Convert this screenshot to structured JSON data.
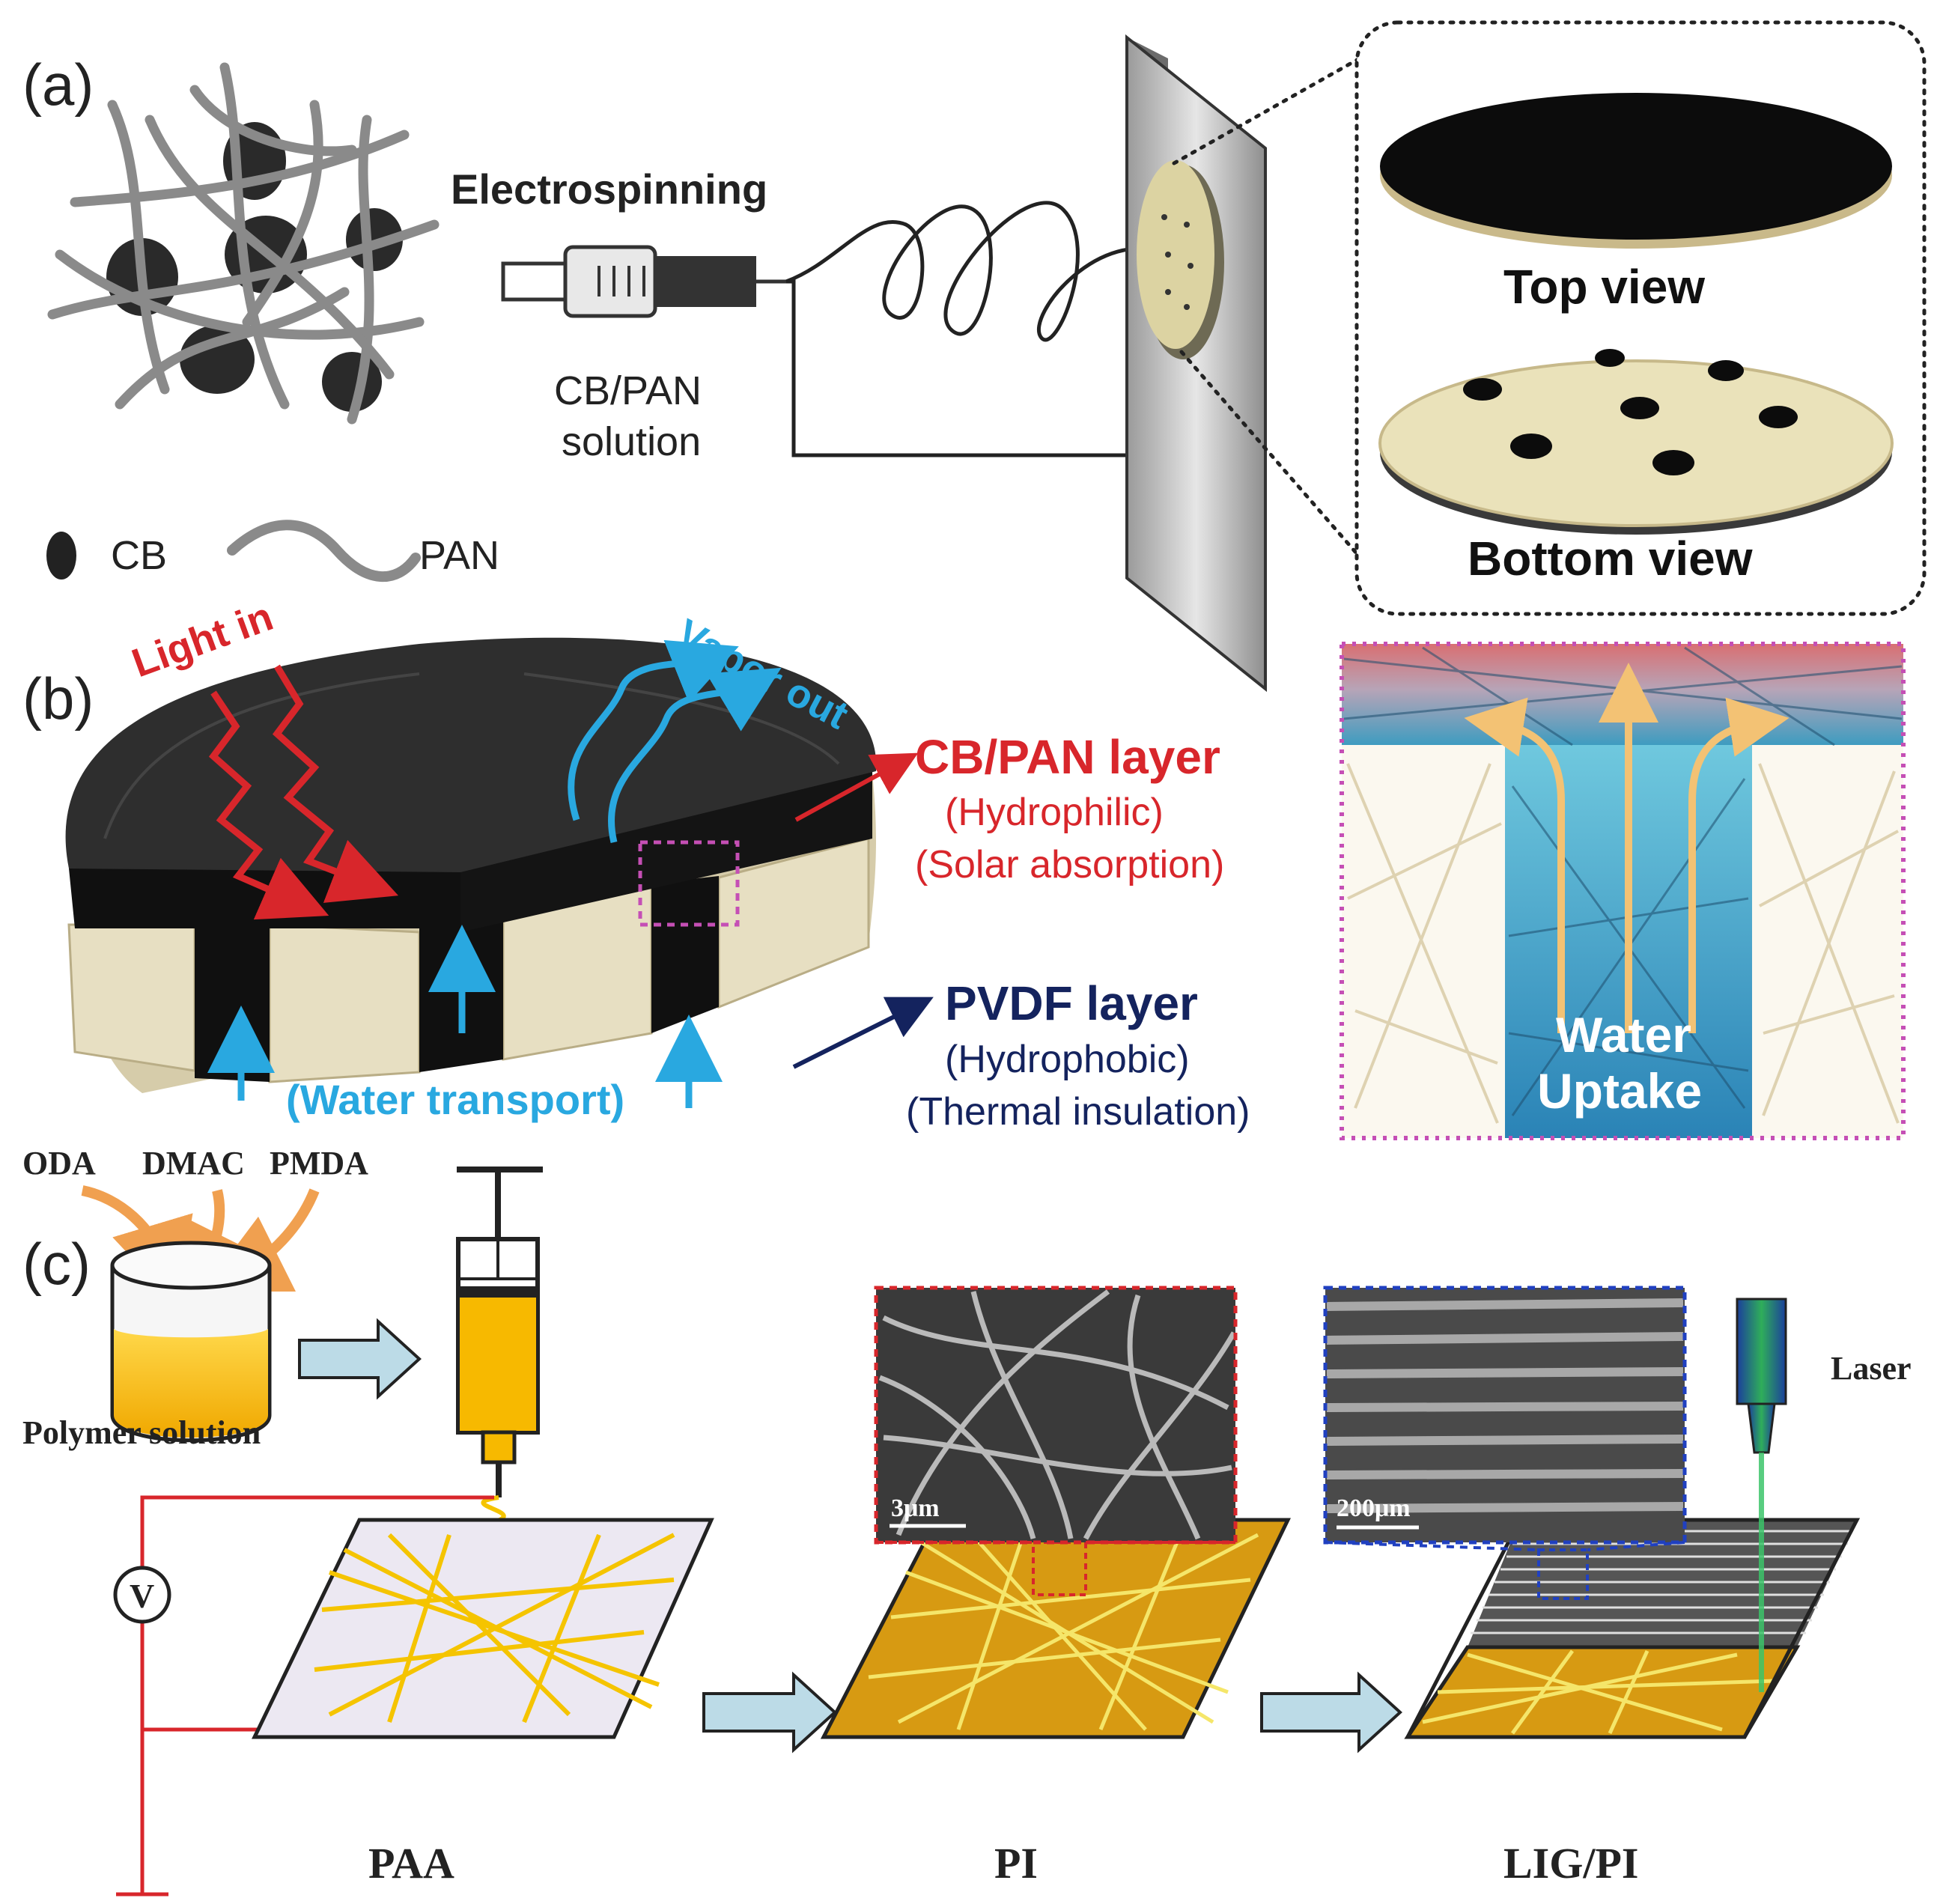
{
  "panel_a": {
    "label": "(a)",
    "process": "Electrospinning",
    "solution": [
      "CB/PAN",
      "solution"
    ],
    "legend": {
      "cb": "CB",
      "pan": "PAN"
    },
    "top_view": "Top view",
    "bottom_view": "Bottom view"
  },
  "panel_b": {
    "label": "(b)",
    "light_in": "Light in",
    "vapor_out": "Vapor out",
    "water_transport": "(Water transport)",
    "cb_pan_layer": {
      "title": "CB/PAN layer",
      "line1": "(Hydrophilic)",
      "line2": "(Solar absorption)"
    },
    "pvdf_layer": {
      "title": "PVDF layer",
      "line1": "(Hydrophobic)",
      "line2": "(Thermal insulation)"
    },
    "water_uptake": [
      "Water",
      "Uptake"
    ]
  },
  "panel_c": {
    "label": "(c)",
    "reagents": [
      "ODA",
      "DMAC",
      "PMDA"
    ],
    "polymer_solution": "Polymer solution",
    "voltage": "V",
    "sem_pi_scale": "3μm",
    "sem_lig_scale": "200μm",
    "laser": "Laser",
    "paa": "PAA",
    "pi": "PI",
    "lig_pi": "LIG/PI"
  },
  "colors": {
    "red": "#d8262b",
    "blue": "#29a8e0",
    "navy": "#14235e",
    "yellow": "#f5c400",
    "gold": "#d49a12",
    "beige": "#e8dfbd",
    "arrow_fill": "#bcdbe7"
  }
}
